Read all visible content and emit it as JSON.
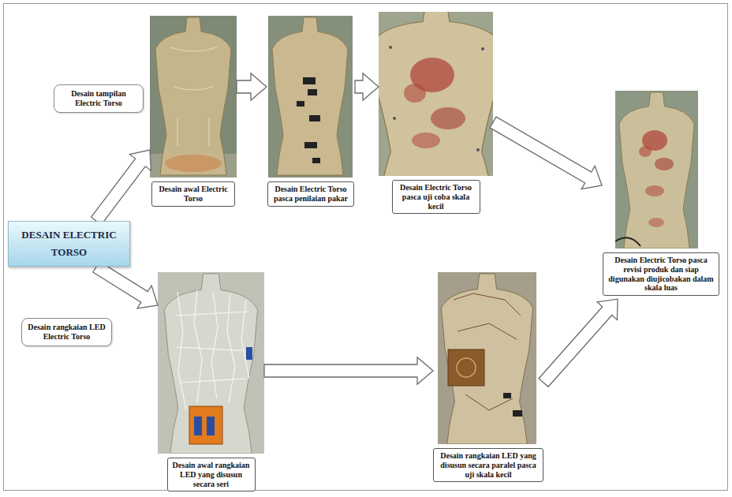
{
  "diagram": {
    "nodes": [
      {
        "text": [
          "Desain tampilan Electric Torso"
        ]
      },
      {
        "text": [
          "Desain awal Electric Torso"
        ]
      },
      {
        "text": [
          "Desain Electric Torso pasca penilaian pakar"
        ]
      },
      {
        "text": [
          "Desain Electric Torso pasca uji coba skala kecil"
        ]
      },
      {
        "text": [
          "Desain Electric Torso pasca revisi produk dan siap digunakan diujicobakan dalam skala luas"
        ]
      },
      {
        "text": [
          "DESAIN ELECTRIC TORSO"
        ]
      },
      {
        "text": [
          "Desain rangkaian LED Electric Torso"
        ]
      },
      {
        "text": [
          "Desain awal rangkaian LED yang disusun secara seri"
        ]
      },
      {
        "text": [
          "Desain rangkaian LED yang disusun secara paralel pasca uji skala kecil"
        ]
      }
    ],
    "edges": [
      {
        "from": 5,
        "to": 1,
        "arrow": "to"
      },
      {
        "from": 1,
        "to": 2,
        "arrow": "to"
      },
      {
        "from": 2,
        "to": 3,
        "arrow": "to"
      },
      {
        "from": 3,
        "to": 4,
        "arrow": "to"
      },
      {
        "from": 5,
        "to": 7,
        "arrow": "to"
      },
      {
        "from": 7,
        "to": 8,
        "arrow": "to"
      },
      {
        "from": 8,
        "to": 4,
        "arrow": "to"
      }
    ]
  }
}
